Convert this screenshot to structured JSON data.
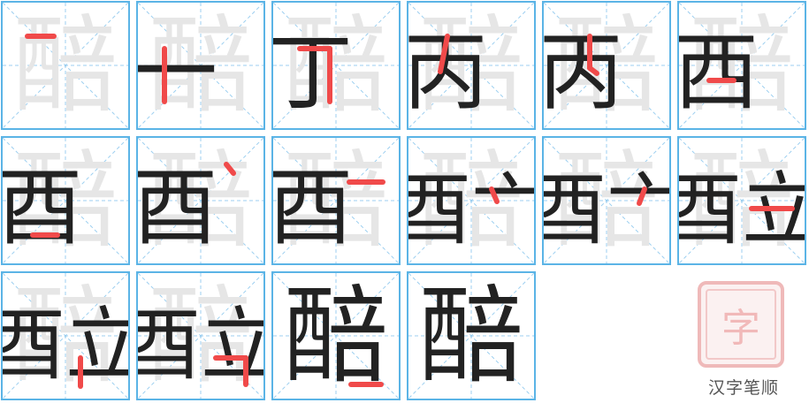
{
  "character": "醅",
  "brand_label": "汉字笔顺",
  "stamp_glyph": "字",
  "colors": {
    "border": "#5bb4e6",
    "guide": "#9ccff0",
    "ink": "#222222",
    "ghost": "#e6e6e6",
    "highlight": "#f04a4a"
  },
  "steps": [
    {
      "step": 1,
      "ink": "",
      "red": "一"
    },
    {
      "step": 2,
      "ink": "一",
      "red": "丨"
    },
    {
      "step": 3,
      "ink": "丁",
      "red": "𠃌"
    },
    {
      "step": 4,
      "ink": "丙",
      "red": "丿"
    },
    {
      "step": 5,
      "ink": "丙",
      "red": "乚"
    },
    {
      "step": 6,
      "ink": "西",
      "red": "一"
    },
    {
      "step": 7,
      "ink": "酉",
      "red": "一"
    },
    {
      "step": 8,
      "ink": "酉",
      "red": "丶"
    },
    {
      "step": 9,
      "ink": "酉",
      "red": "一"
    },
    {
      "step": 10,
      "ink": "酉亠",
      "red": "丶"
    },
    {
      "step": 11,
      "ink": "酉亠",
      "red": "丿"
    },
    {
      "step": 12,
      "ink": "酉立",
      "red": "一"
    },
    {
      "step": 13,
      "ink": "酉立",
      "red": "丨"
    },
    {
      "step": 14,
      "ink": "酉立",
      "red": "𠃍"
    },
    {
      "step": 15,
      "ink": "醅",
      "red": "一"
    },
    {
      "step": 16,
      "ink": "醅",
      "red": ""
    }
  ]
}
